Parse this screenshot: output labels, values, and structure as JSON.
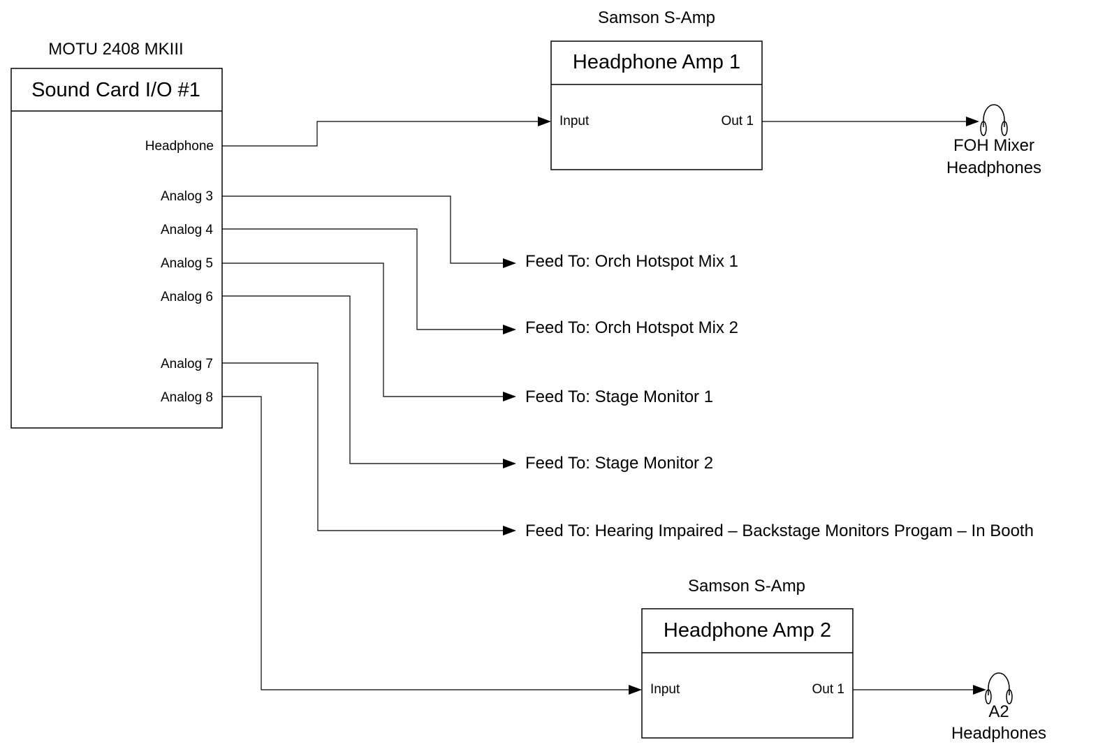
{
  "sound_card": {
    "device_label": "MOTU 2408 MKIII",
    "title": "Sound Card I/O #1",
    "ports": [
      "Headphone",
      "Analog 3",
      "Analog 4",
      "Analog 5",
      "Analog 6",
      "Analog 7",
      "Analog 8"
    ]
  },
  "amp1": {
    "device_label": "Samson S-Amp",
    "title": "Headphone Amp 1",
    "input_label": "Input",
    "output_label": "Out 1"
  },
  "amp2": {
    "device_label": "Samson S-Amp",
    "title": "Headphone Amp 2",
    "input_label": "Input",
    "output_label": "Out 1"
  },
  "headphones1": {
    "line1": "FOH Mixer",
    "line2": "Headphones",
    "icon": "headphones-icon"
  },
  "headphones2": {
    "line1": "A2",
    "line2": "Headphones",
    "icon": "headphones-icon"
  },
  "feeds": [
    "Feed To: Orch Hotspot Mix 1",
    "Feed To: Orch Hotspot Mix 2",
    "Feed To: Stage Monitor 1",
    "Feed To: Stage Monitor 2",
    "Feed To: Hearing Impaired – Backstage Monitors Progam – In Booth"
  ]
}
